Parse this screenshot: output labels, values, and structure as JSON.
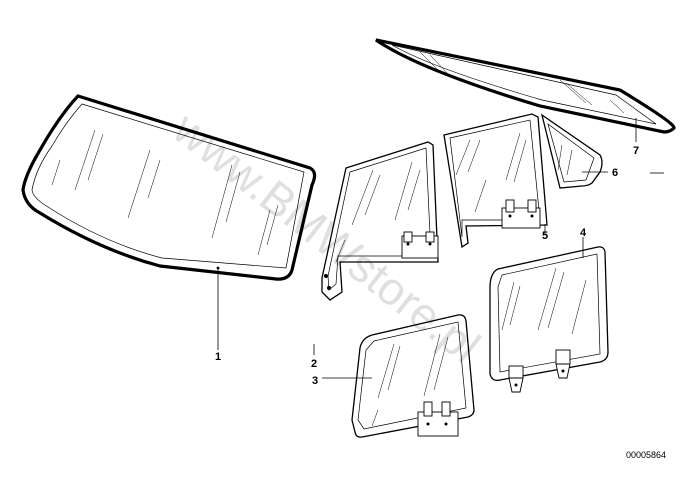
{
  "diagram": {
    "callouts": [
      "1",
      "2",
      "3",
      "4",
      "5",
      "6",
      "7"
    ],
    "part_number": "00005864",
    "watermark": "www.BMWstore.pl"
  }
}
